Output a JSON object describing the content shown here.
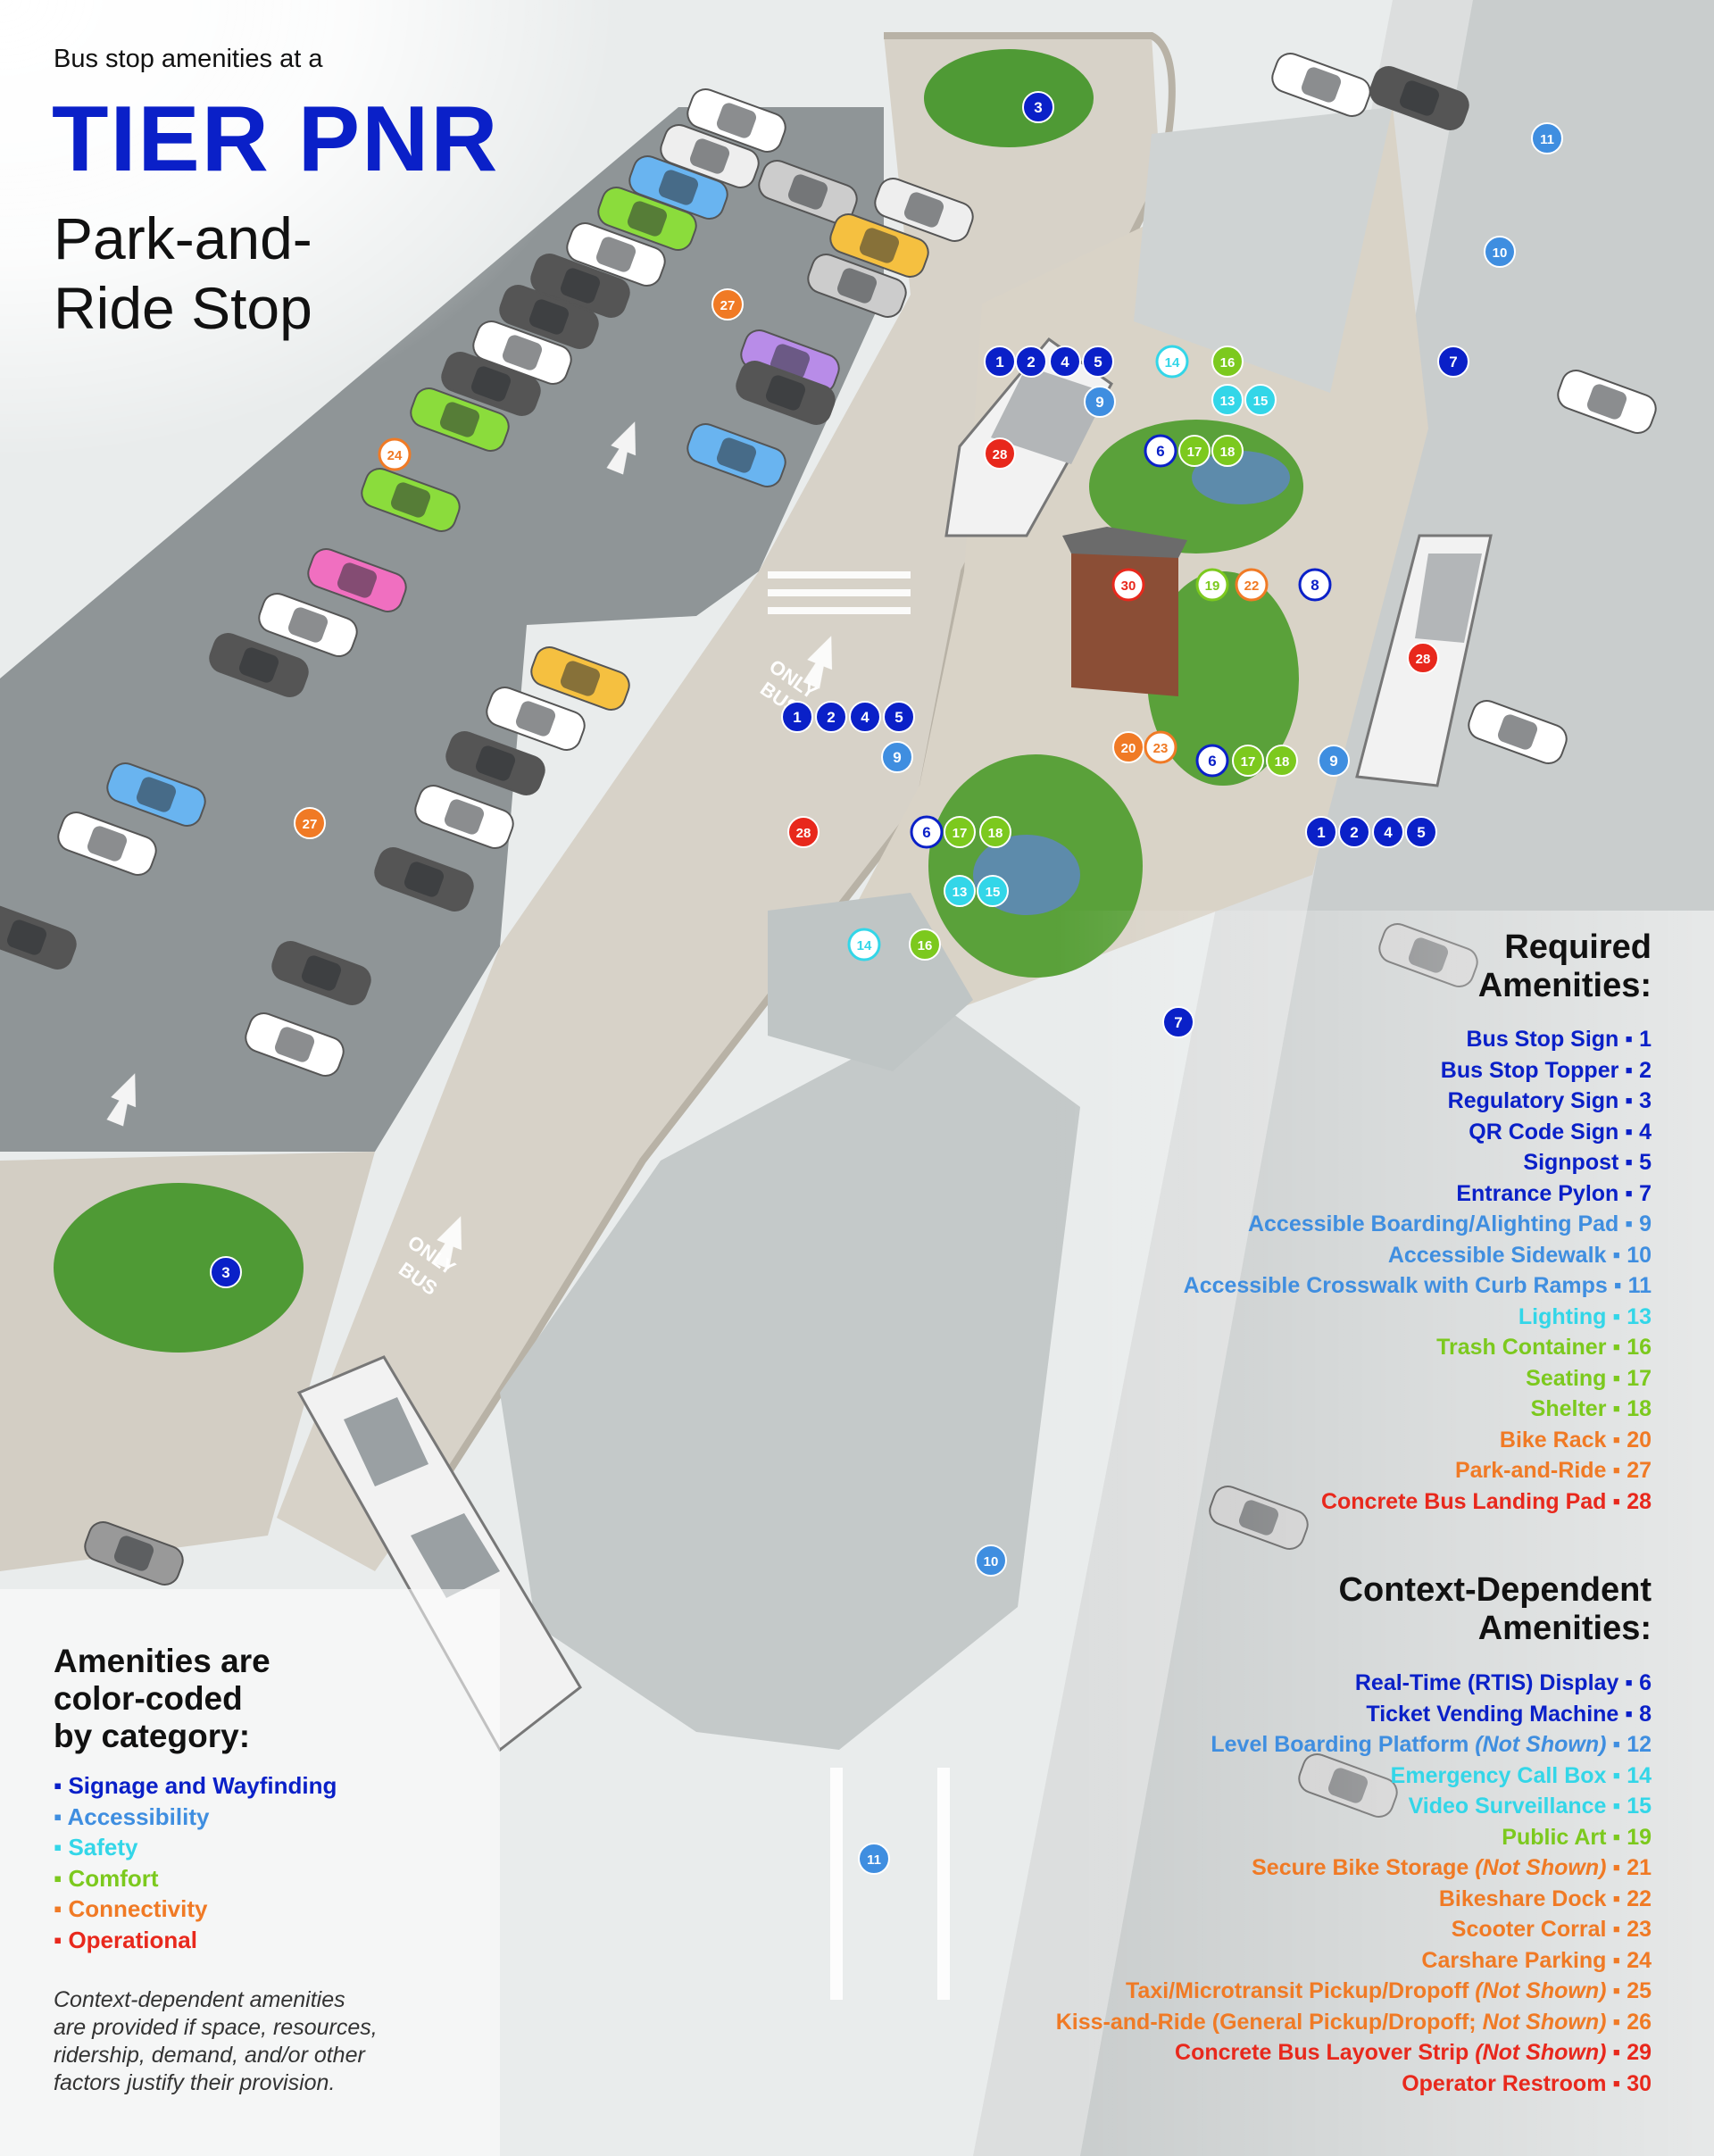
{
  "title": {
    "line1": "Bus stop amenities at a",
    "line2": "TIER PNR",
    "line3": "Park-and-",
    "line4": "Ride Stop"
  },
  "colors": {
    "signage": "#0a20c8",
    "accessibility": "#3f8ee0",
    "safety": "#33d6e8",
    "comfort": "#7cc91e",
    "connectivity": "#f07a25",
    "operational": "#e8281c"
  },
  "legend": {
    "title_line1": "Amenities are",
    "title_line2": "color-coded",
    "title_line3": "by category:",
    "categories": [
      {
        "label": "▪ Signage and Wayfinding",
        "color": "#0a20c8"
      },
      {
        "label": "▪ Accessibility",
        "color": "#3f8ee0"
      },
      {
        "label": "▪ Safety",
        "color": "#33d6e8"
      },
      {
        "label": "▪ Comfort",
        "color": "#7cc91e"
      },
      {
        "label": "▪ Connectivity",
        "color": "#f07a25"
      },
      {
        "label": "▪ Operational",
        "color": "#e8281c"
      }
    ],
    "note_line1": "Context-dependent amenities",
    "note_line2": "are provided if space, resources,",
    "note_line3": "ridership, demand, and/or other",
    "note_line4": "factors justify their provision."
  },
  "required": {
    "title_line1": "Required",
    "title_line2": "Amenities:",
    "items": [
      {
        "name": "Bus Stop Sign",
        "code": " ▪ 1",
        "color": "#0a20c8"
      },
      {
        "name": "Bus Stop Topper",
        "code": " ▪ 2",
        "color": "#0a20c8"
      },
      {
        "name": "Regulatory Sign",
        "code": " ▪ 3",
        "color": "#0a20c8"
      },
      {
        "name": "QR Code Sign",
        "code": " ▪ 4",
        "color": "#0a20c8"
      },
      {
        "name": "Signpost",
        "code": " ▪ 5",
        "color": "#0a20c8"
      },
      {
        "name": "Entrance Pylon",
        "code": " ▪ 7",
        "color": "#0a20c8"
      },
      {
        "name": "Accessible Boarding/Alighting Pad",
        "code": " ▪ 9",
        "color": "#3f8ee0"
      },
      {
        "name": "Accessible Sidewalk",
        "code": " ▪ 10",
        "color": "#3f8ee0"
      },
      {
        "name": "Accessible Crosswalk with Curb Ramps",
        "code": " ▪ 11",
        "color": "#3f8ee0"
      },
      {
        "name": "Lighting",
        "code": " ▪ 13",
        "color": "#33d6e8"
      },
      {
        "name": "Trash Container",
        "code": " ▪ 16",
        "color": "#7cc91e"
      },
      {
        "name": "Seating",
        "code": " ▪ 17",
        "color": "#7cc91e"
      },
      {
        "name": "Shelter",
        "code": " ▪ 18",
        "color": "#7cc91e"
      },
      {
        "name": "Bike Rack",
        "code": " ▪ 20",
        "color": "#f07a25"
      },
      {
        "name": "Park-and-Ride",
        "code": " ▪ 27",
        "color": "#f07a25"
      },
      {
        "name": "Concrete Bus Landing Pad",
        "code": " ▪ 28",
        "color": "#e8281c"
      }
    ]
  },
  "context": {
    "title_line1": "Context-Dependent",
    "title_line2": "Amenities:",
    "items": [
      {
        "name": "Real-Time (RTIS) Display",
        "note": "",
        "code": " ▪ 6",
        "color": "#0a20c8"
      },
      {
        "name": "Ticket Vending Machine",
        "note": "",
        "code": " ▪ 8",
        "color": "#0a20c8"
      },
      {
        "name": "Level Boarding Platform ",
        "note": "(Not Shown)",
        "code": " ▪ 12",
        "color": "#3f8ee0"
      },
      {
        "name": "Emergency Call Box",
        "note": "",
        "code": " ▪ 14",
        "color": "#33d6e8"
      },
      {
        "name": "Video Surveillance",
        "note": "",
        "code": " ▪ 15",
        "color": "#33d6e8"
      },
      {
        "name": "Public Art",
        "note": "",
        "code": " ▪ 19",
        "color": "#7cc91e"
      },
      {
        "name": "Secure Bike Storage ",
        "note": "(Not Shown)",
        "code": " ▪ 21",
        "color": "#f07a25"
      },
      {
        "name": "Bikeshare Dock",
        "note": "",
        "code": " ▪ 22",
        "color": "#f07a25"
      },
      {
        "name": "Scooter Corral",
        "note": "",
        "code": " ▪ 23",
        "color": "#f07a25"
      },
      {
        "name": "Carshare Parking",
        "note": "",
        "code": " ▪ 24",
        "color": "#f07a25"
      },
      {
        "name": "Taxi/Microtransit Pickup/Dropoff ",
        "note": "(Not Shown)",
        "code": " ▪ 25",
        "color": "#f07a25"
      },
      {
        "name": "Kiss-and-Ride (General Pickup/Dropoff; ",
        "note": "Not Shown)",
        "code": " ▪ 26",
        "color": "#f07a25"
      },
      {
        "name": "Concrete Bus Layover Strip ",
        "note": "(Not Shown)",
        "code": " ▪ 29",
        "color": "#e8281c"
      },
      {
        "name": "Operator Restroom",
        "note": "",
        "code": " ▪ 30",
        "color": "#e8281c"
      }
    ]
  },
  "road_markings": {
    "only": "ONLY",
    "bus": "BUS"
  },
  "markers": [
    {
      "n": "3",
      "style": "signage"
    },
    {
      "n": "3",
      "style": "signage"
    },
    {
      "n": "1",
      "style": "signage"
    },
    {
      "n": "2",
      "style": "signage"
    },
    {
      "n": "4",
      "style": "signage"
    },
    {
      "n": "5",
      "style": "signage"
    },
    {
      "n": "9",
      "style": "accessibility"
    },
    {
      "n": "28",
      "style": "operational"
    },
    {
      "n": "14",
      "style": "safety-o"
    },
    {
      "n": "16",
      "style": "comfort"
    },
    {
      "n": "13",
      "style": "safety"
    },
    {
      "n": "15",
      "style": "safety"
    },
    {
      "n": "6",
      "style": "signage-o"
    },
    {
      "n": "17",
      "style": "comfort"
    },
    {
      "n": "18",
      "style": "comfort"
    },
    {
      "n": "7",
      "style": "signage"
    },
    {
      "n": "11",
      "style": "accessibility"
    },
    {
      "n": "10",
      "style": "accessibility"
    },
    {
      "n": "27",
      "style": "connectivity"
    },
    {
      "n": "24",
      "style": "connectivity-o"
    },
    {
      "n": "30",
      "style": "operational-o"
    },
    {
      "n": "19",
      "style": "comfort-o"
    },
    {
      "n": "22",
      "style": "connectivity-o"
    },
    {
      "n": "8",
      "style": "signage-o"
    },
    {
      "n": "28",
      "style": "operational"
    },
    {
      "n": "1",
      "style": "signage"
    },
    {
      "n": "2",
      "style": "signage"
    },
    {
      "n": "4",
      "style": "signage"
    },
    {
      "n": "5",
      "style": "signage"
    },
    {
      "n": "9",
      "style": "accessibility"
    },
    {
      "n": "20",
      "style": "connectivity"
    },
    {
      "n": "23",
      "style": "connectivity-o"
    },
    {
      "n": "6",
      "style": "signage-o"
    },
    {
      "n": "17",
      "style": "comfort"
    },
    {
      "n": "18",
      "style": "comfort"
    },
    {
      "n": "9",
      "style": "accessibility"
    },
    {
      "n": "1",
      "style": "signage"
    },
    {
      "n": "2",
      "style": "signage"
    },
    {
      "n": "4",
      "style": "signage"
    },
    {
      "n": "5",
      "style": "signage"
    },
    {
      "n": "27",
      "style": "connectivity"
    },
    {
      "n": "28",
      "style": "operational"
    },
    {
      "n": "6",
      "style": "signage-o"
    },
    {
      "n": "17",
      "style": "comfort"
    },
    {
      "n": "18",
      "style": "comfort"
    },
    {
      "n": "13",
      "style": "safety"
    },
    {
      "n": "15",
      "style": "safety"
    },
    {
      "n": "14",
      "style": "safety-o"
    },
    {
      "n": "16",
      "style": "comfort"
    },
    {
      "n": "7",
      "style": "signage"
    },
    {
      "n": "10",
      "style": "accessibility"
    },
    {
      "n": "11",
      "style": "accessibility"
    }
  ]
}
